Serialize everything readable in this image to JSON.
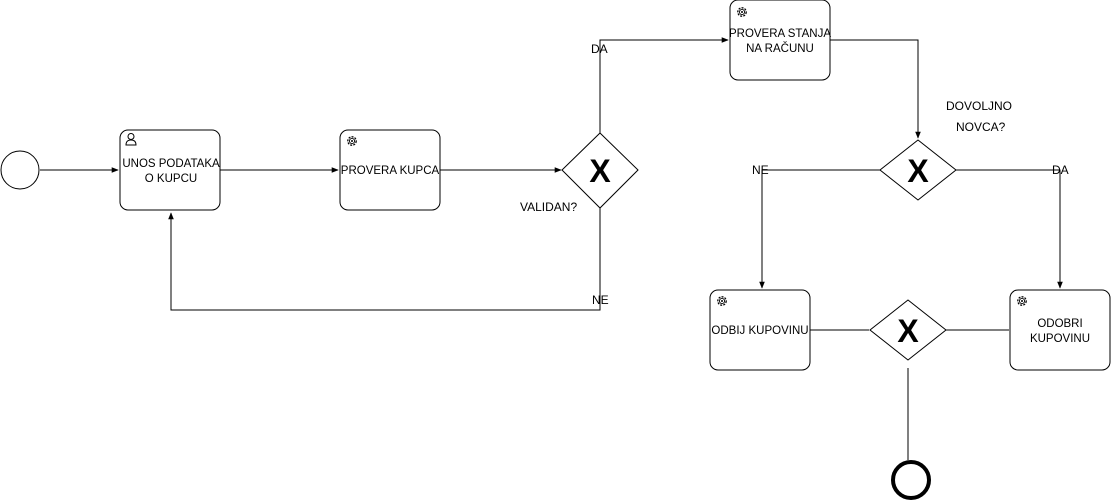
{
  "tasks": {
    "unos": {
      "line1": "UNOS PODATAKA",
      "line2": "O KUPCU",
      "icon": "user-icon"
    },
    "provera_kupca": {
      "line1": "PROVERA KUPCA",
      "icon": "gear-icon"
    },
    "provera_stanja": {
      "line1": "PROVERA STANJA",
      "line2": "NA RAČUNU",
      "icon": "gear-icon"
    },
    "odbij": {
      "line1": "ODBIJ KUPOVINU",
      "icon": "gear-icon"
    },
    "odobri": {
      "line1": "ODOBRI",
      "line2": "KUPOVINU",
      "icon": "gear-icon"
    }
  },
  "gateways": {
    "validan": {
      "mark": "X",
      "question": "VALIDAN?"
    },
    "dovoljno": {
      "mark": "X",
      "question_line1": "DOVOLJNO",
      "question_line2": "NOVCA?"
    },
    "merge": {
      "mark": "X"
    }
  },
  "edge_labels": {
    "validan_da": "DA",
    "validan_ne": "NE",
    "dovoljno_ne": "NE",
    "dovoljno_da": "DA"
  },
  "colors": {
    "stroke": "#000000",
    "background": "#ffffff"
  }
}
